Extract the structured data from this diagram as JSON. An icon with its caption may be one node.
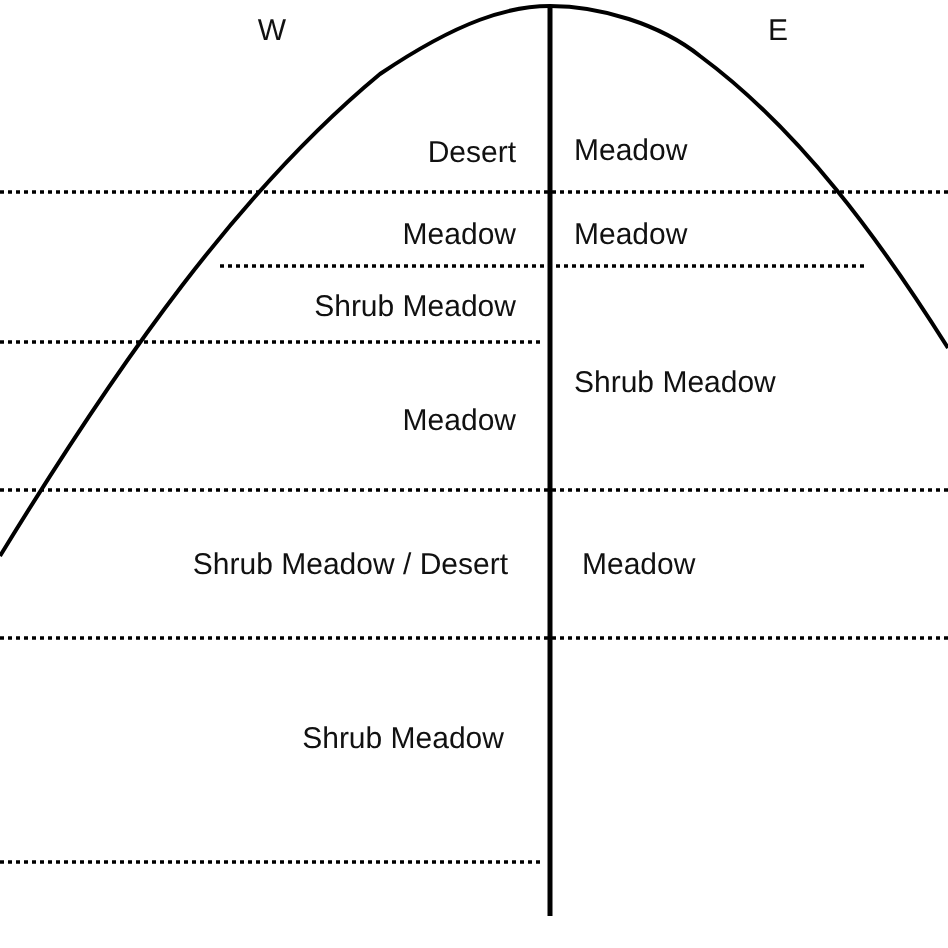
{
  "diagram": {
    "labels": [
      "W",
      "E",
      "Desert",
      "Meadow",
      "Meadow",
      "Meadow",
      "Shrub Meadow",
      "Shrub Meadow",
      "Meadow",
      "Shrub Meadow / Desert",
      "Meadow",
      "Shrub Meadow"
    ]
  }
}
